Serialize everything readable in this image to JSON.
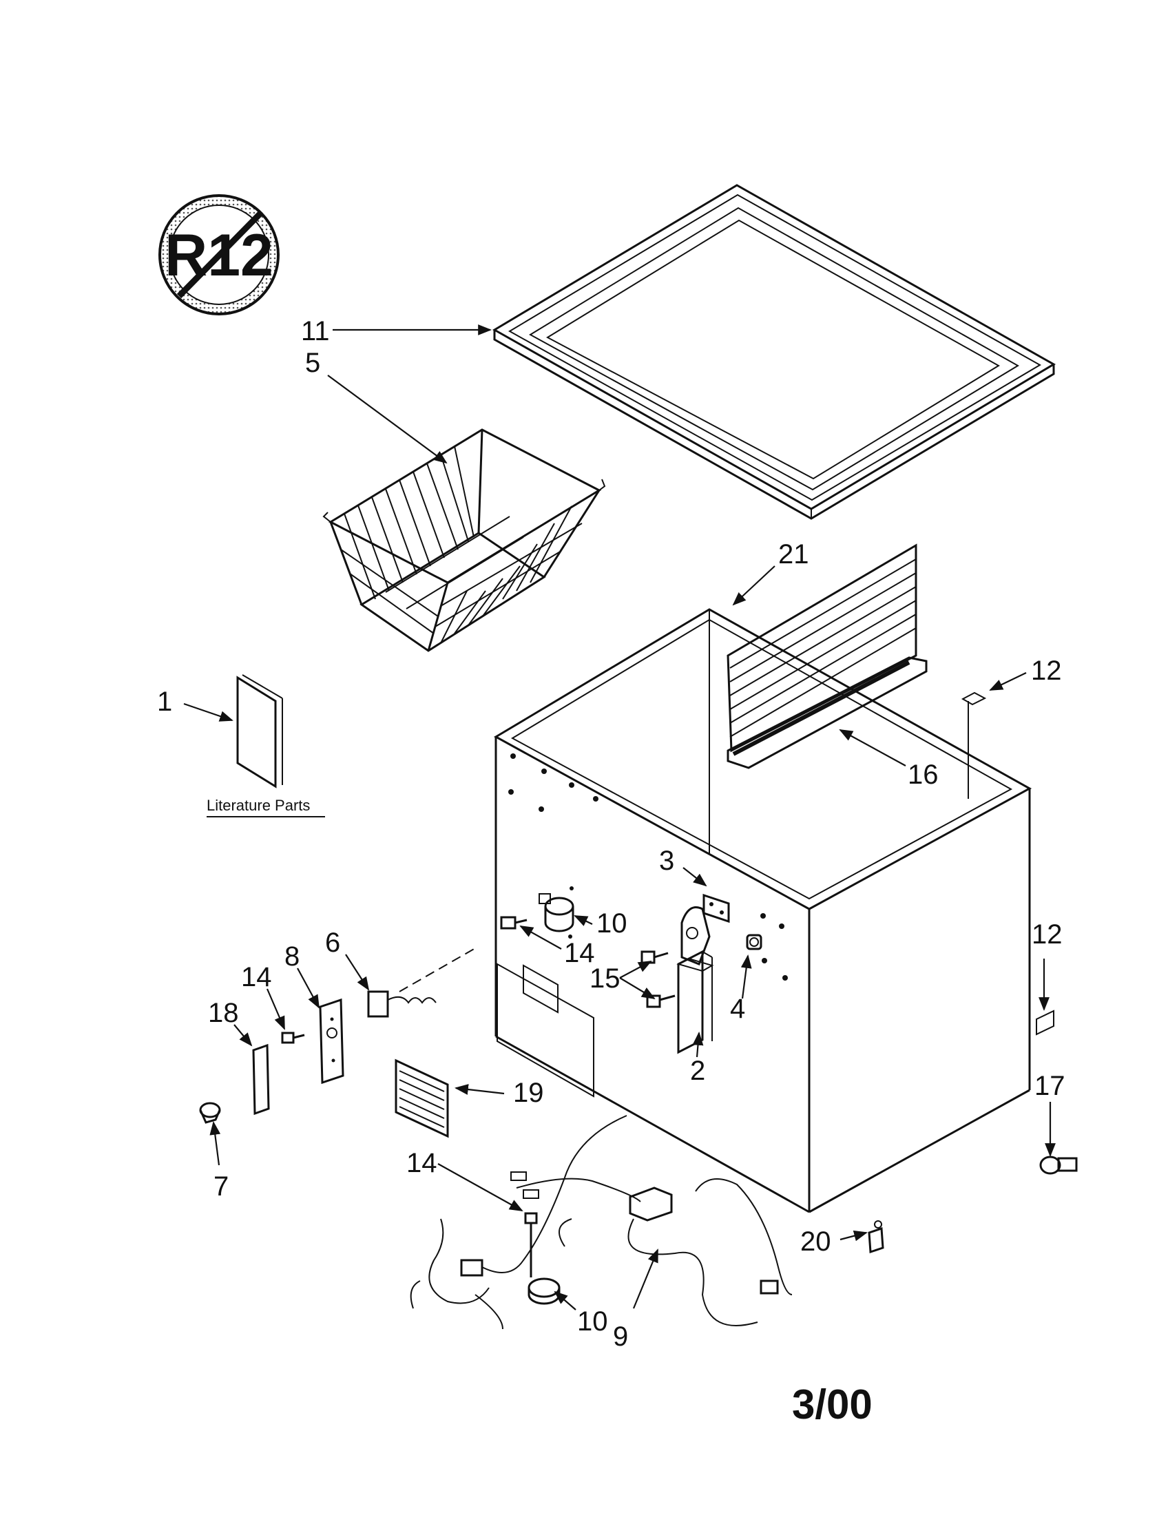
{
  "logo": {
    "text": "R12",
    "icon": "no-r12-refrigerant-icon"
  },
  "literature_label": "Literature Parts",
  "date_code": "3/00",
  "callouts": {
    "c1": "1",
    "c2": "2",
    "c3": "3",
    "c4": "4",
    "c5": "5",
    "c6": "6",
    "c7": "7",
    "c8": "8",
    "c9": "9",
    "c10a": "10",
    "c10b": "10",
    "c11": "11",
    "c12a": "12",
    "c12b": "12",
    "c14a": "14",
    "c14b": "14",
    "c14c": "14",
    "c15": "15",
    "c16": "16",
    "c17": "17",
    "c18": "18",
    "c19": "19",
    "c20": "20",
    "c21": "21"
  },
  "colors": {
    "ink": "#111111",
    "paper": "#ffffff"
  }
}
